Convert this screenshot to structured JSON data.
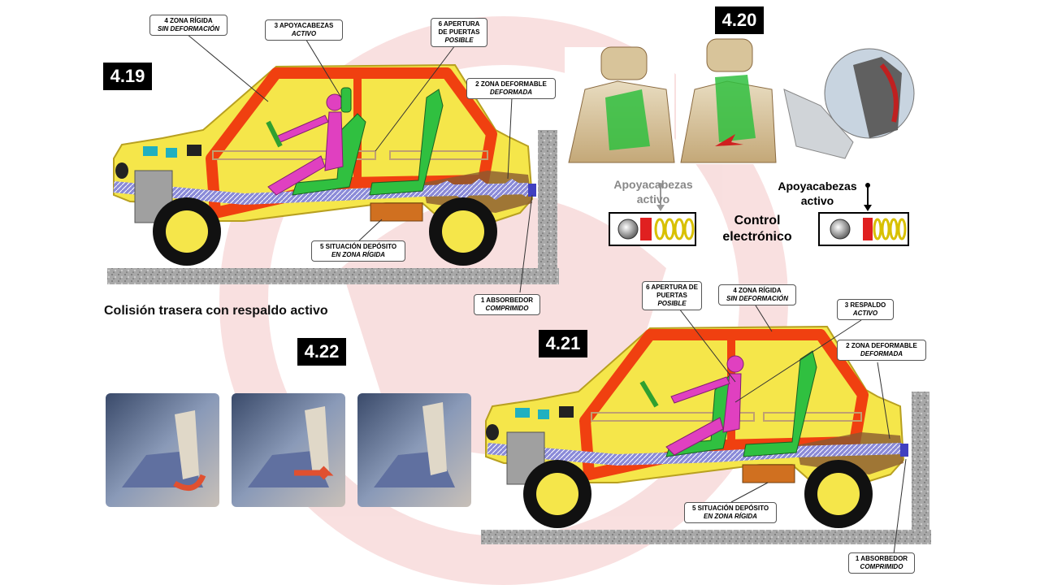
{
  "figures": {
    "fig419": "4.19",
    "fig420": "4.20",
    "fig421": "4.21",
    "fig422": "4.22"
  },
  "caption": "Colisión trasera con respaldo activo",
  "fig419_callouts": {
    "zona_rigida": {
      "l1": "4 ZONA RÍGIDA",
      "l2": "SIN DEFORMACIÓN"
    },
    "apoyacabezas": {
      "l1": "3 APOYACABEZAS",
      "l2": "ACTIVO"
    },
    "apertura": {
      "l1": "6 APERTURA DE PUERTAS",
      "l2": "POSIBLE"
    },
    "zona_deformable": {
      "l1": "2 ZONA DEFORMABLE",
      "l2": "DEFORMADA"
    },
    "deposito": {
      "l1": "5 SITUACIÓN DEPÓSITO",
      "l2": "EN ZONA RÍGIDA"
    },
    "absorbedor": {
      "l1": "1 ABSORBEDOR",
      "l2": "COMPRIMIDO"
    }
  },
  "fig421_callouts": {
    "apertura": {
      "l1": "6 APERTURA DE PUERTAS",
      "l2": "POSIBLE"
    },
    "zona_rigida": {
      "l1": "4 ZONA RÍGIDA",
      "l2": "SIN DEFORMACIÓN"
    },
    "respaldo": {
      "l1": "3 RESPALDO",
      "l2": "ACTIVO"
    },
    "zona_deformable": {
      "l1": "2 ZONA DEFORMABLE",
      "l2": "DEFORMADA"
    },
    "deposito": {
      "l1": "5 SITUACIÓN DEPÓSITO",
      "l2": "EN ZONA RÍGIDA"
    },
    "absorbedor": {
      "l1": "1 ABSORBEDOR",
      "l2": "COMPRIMIDO"
    }
  },
  "fig420_labels": {
    "left_label": "Apoyacabezas activo",
    "center_label": "Control electrónico",
    "right_label": "Apoyacabezas activo"
  },
  "colors": {
    "car_yellow": "#f5e64a",
    "frame_red": "#f04010",
    "dummy_pink": "#e040c0",
    "seat_green": "#30c040",
    "badge_black": "#000000",
    "ground_gray": "#b8b8b8"
  }
}
